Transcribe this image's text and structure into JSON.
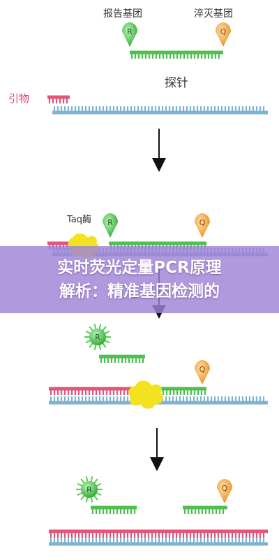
{
  "labels": {
    "reporter": "报告基团",
    "quencher": "淬灭基团",
    "probe": "探针",
    "primer": "引物",
    "taq": "Taq酶",
    "reporter_letter": "R",
    "quencher_letter": "Q"
  },
  "overlay": {
    "line1": "实时荧光定量PCR原理",
    "line2": "解析：精准基因检测的"
  },
  "colors": {
    "template_strand": "#7fb2cf",
    "primer_strand": "#e0557a",
    "probe_strand": "#4fbf4f",
    "reporter": "#3cc23c",
    "quencher": "#f3a233",
    "taq": "#f3e21f",
    "label_text": "#333333",
    "primer_label": "#d64a6e"
  }
}
